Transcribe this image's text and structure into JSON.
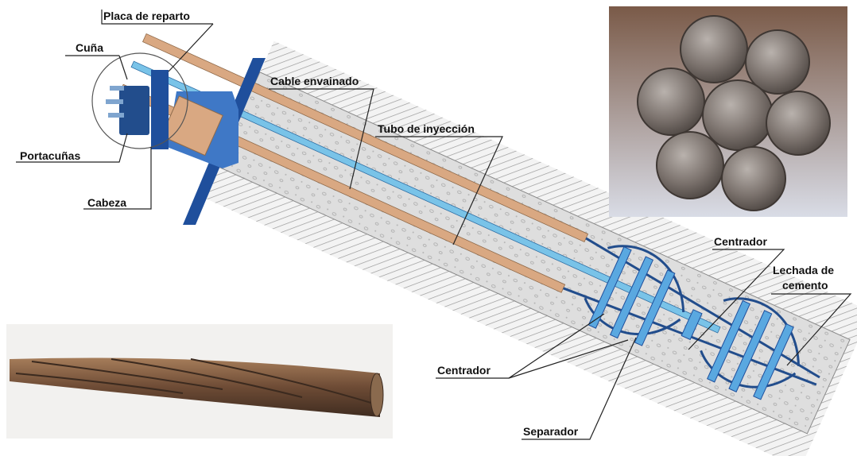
{
  "labels": {
    "placa_de_reparto": "Placa de reparto",
    "cuna": "Cuña",
    "portacunas": "Portacuñas",
    "cabeza": "Cabeza",
    "cable_envainado": "Cable envainado",
    "tubo_de_inyeccion": "Tubo de inyección",
    "centrador_top": "Centrador",
    "lechada_line1": "Lechada de",
    "lechada_line2": "cemento",
    "centrador_bottom": "Centrador",
    "separador": "Separador"
  },
  "colors": {
    "anchor_blue": "#1f4f9c",
    "steel_dark_blue": "#244f8f",
    "tube_light_blue": "#79c3e8",
    "sheath_copper": "#d9a882",
    "grout": "#dcdcdc",
    "soil_hatch": "#8e8e8e"
  },
  "photos": {
    "strand_cross_section": "strand-cross-section-photo",
    "strand_side_view": "strand-side-view-photo"
  }
}
